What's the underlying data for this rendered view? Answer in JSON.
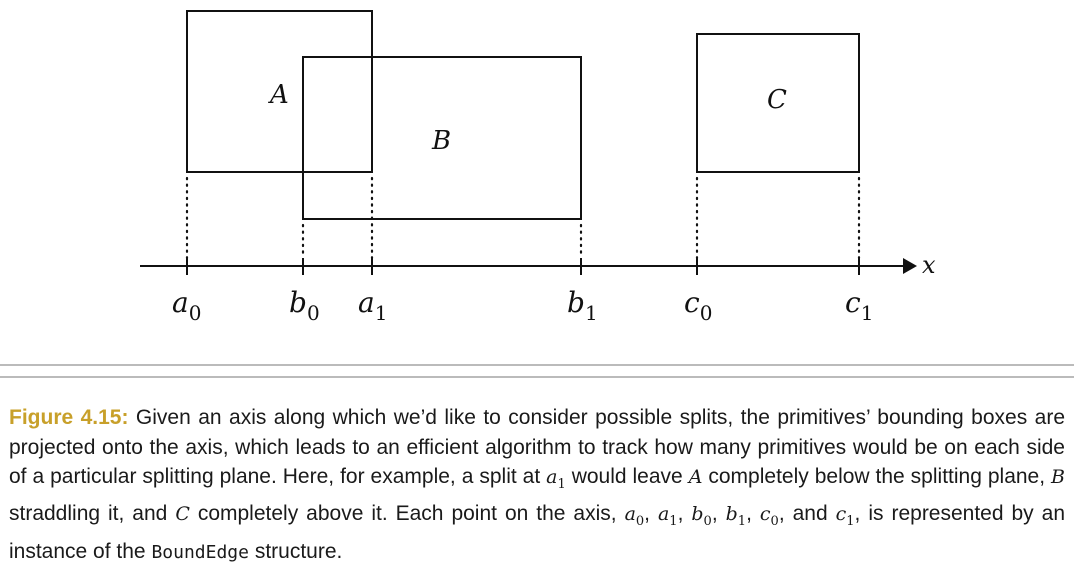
{
  "diagram": {
    "boxes": [
      {
        "name": "A",
        "label": "A"
      },
      {
        "name": "B",
        "label": "B"
      },
      {
        "name": "C",
        "label": "C"
      }
    ],
    "axis_label": "x",
    "ticks": [
      {
        "base": "a",
        "sub": "0"
      },
      {
        "base": "b",
        "sub": "0"
      },
      {
        "base": "a",
        "sub": "1"
      },
      {
        "base": "b",
        "sub": "1"
      },
      {
        "base": "c",
        "sub": "0"
      },
      {
        "base": "c",
        "sub": "1"
      }
    ]
  },
  "caption": {
    "figure_label": "Figure 4.15:",
    "t1": " Given an axis along which we’d like to consider possible splits, the primitives’ bounding boxes are projected onto the axis, which leads to an efficient algorithm to track how many primitives would be on each side of a particular splitting plane. Here, for example, a split at ",
    "m_a1": "a",
    "m_a1_sub": "1",
    "t2": " would leave ",
    "m_A": "A",
    "t3": " completely below the splitting plane, ",
    "m_B": "B",
    "t4": " straddling it, and ",
    "m_C": "C",
    "t5": " completely above it. Each point on the axis, ",
    "p1": "a",
    "p1s": "0",
    "p2": "a",
    "p2s": "1",
    "p3": "b",
    "p3s": "0",
    "p4": "b",
    "p4s": "1",
    "p5": "c",
    "p5s": "0",
    "p6": "c",
    "p6s": "1",
    "sep": ", ",
    "sep_and": ", and ",
    "t6": ", is represented by an instance of the ",
    "code": "BoundEdge",
    "t7": " structure."
  }
}
